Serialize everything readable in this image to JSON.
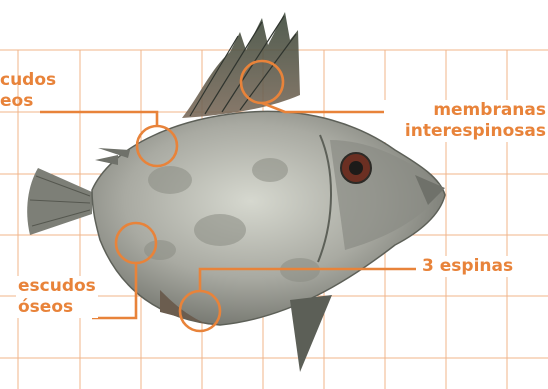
{
  "colors": {
    "accent": "#e8833a",
    "grid": "#f1b48a",
    "background": "#ffffff",
    "fish_body": "#a9aaa2",
    "fish_dark": "#4a4d48"
  },
  "labels": {
    "escudos_top_line1": "cudos",
    "escudos_top_line2": "eos",
    "membranas_line1": "membranas",
    "membranas_line2": "interespinosas",
    "escudos_bottom_line1": "escudos",
    "escudos_bottom_line2": "óseos",
    "espinas": "3 espinas"
  }
}
